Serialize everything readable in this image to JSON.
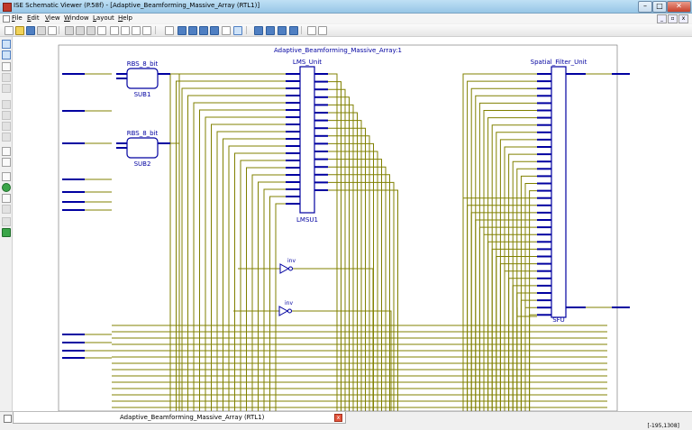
{
  "window": {
    "title": "ISE Schematic Viewer (P.58f) - [Adaptive_Beamforming_Massive_Array (RTL1)]"
  },
  "menu": {
    "items": [
      {
        "label": "File",
        "key": "F",
        "rest": "ile"
      },
      {
        "label": "Edit",
        "key": "E",
        "rest": "dit"
      },
      {
        "label": "View",
        "key": "V",
        "rest": "iew"
      },
      {
        "label": "Window",
        "key": "W",
        "rest": "indow"
      },
      {
        "label": "Layout",
        "key": "L",
        "rest": "ayout"
      },
      {
        "label": "Help",
        "key": "H",
        "rest": "elp"
      }
    ]
  },
  "schematic": {
    "top_label": "Adaptive_Beamforming_Massive_Array:1",
    "blocks": [
      {
        "type": "RBS_8_bit",
        "instance": "SUB1"
      },
      {
        "type": "RBS_8_bit",
        "instance": "SUB2"
      },
      {
        "type": "LMS_Unit",
        "instance": "LMSU1"
      },
      {
        "type": "Spatial_Filter_Unit",
        "instance": "SFU"
      }
    ],
    "inverters": [
      {
        "label": "inv"
      },
      {
        "label": "inv"
      }
    ],
    "wire_color": "#808000",
    "block_color": "#0000a0"
  },
  "document_tab": {
    "label": "Adaptive_Beamforming_Massive_Array (RTL1)"
  },
  "status": {
    "coordinates": "[-195,1308]"
  }
}
